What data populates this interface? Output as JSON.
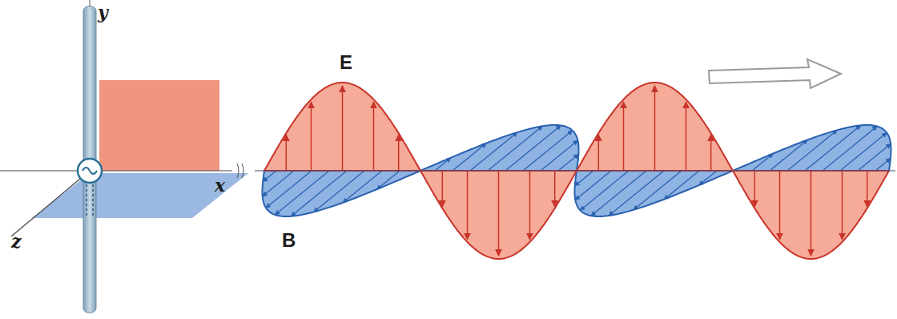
{
  "diagram": {
    "labels": [
      "y",
      "x",
      "z",
      "E",
      "B"
    ]
  }
}
